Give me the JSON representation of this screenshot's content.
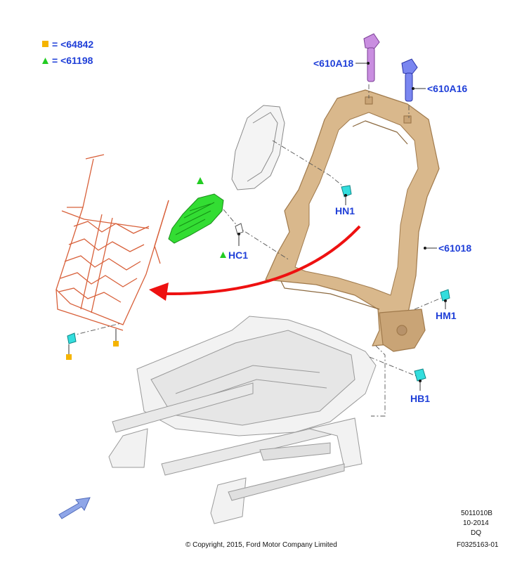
{
  "legend": {
    "square_label": "= <64842",
    "triangle_label": "= <61198",
    "square_color": "#f5b400",
    "triangle_color": "#22cc22"
  },
  "callouts": {
    "bolt_left": "<610A18",
    "bolt_right": "<610A16",
    "nut_hn1": "HN1",
    "clip_hc1": "HC1",
    "frame": "<61018",
    "bolt_hm1": "HM1",
    "bolt_hb1": "HB1"
  },
  "footer": {
    "ref_code": "5011010B",
    "date": "10-2014",
    "initials": "DQ",
    "figure_id": "F0325163-01",
    "copyright": "© Copyright, 2015, Ford Motor Company Limited"
  },
  "colors": {
    "frame": "#d9b88c",
    "frame_dark": "#b0895c",
    "spring": "#d8603a",
    "pad": "#33dd33",
    "arrow": "#ee1111",
    "bolt_left": "#c98ee0",
    "bolt_right": "#7a86f0",
    "fastener": "#33dddd",
    "text": "#1f3fd8",
    "direction_arrow": "#8fa6e8"
  }
}
